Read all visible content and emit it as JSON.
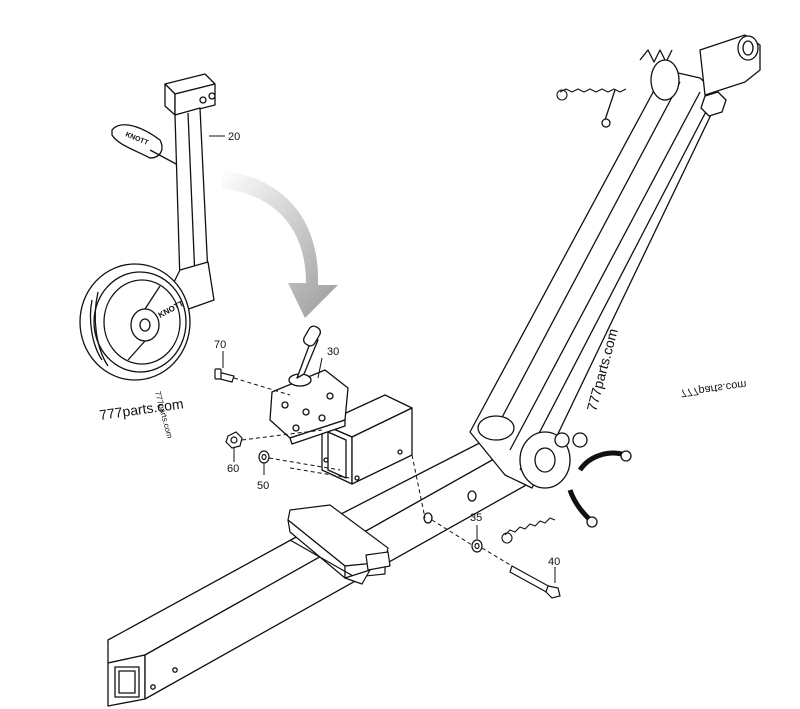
{
  "callouts": [
    {
      "id": "p20",
      "text": "20"
    },
    {
      "id": "p30",
      "text": "30"
    },
    {
      "id": "p70",
      "text": "70"
    },
    {
      "id": "p60",
      "text": "60"
    },
    {
      "id": "p50",
      "text": "50"
    },
    {
      "id": "p35",
      "text": "35"
    },
    {
      "id": "p40",
      "text": "40"
    }
  ],
  "watermarks": {
    "left": "777parts.com",
    "right_vertical": "777parts.com",
    "right_mirrored": "777parts.com",
    "wheel_small": "777parts.com"
  },
  "branding": {
    "handle_logo": "KNOTT",
    "wheel_logo": "KNOTT"
  },
  "colors": {
    "line": "#111111",
    "arrow": "#9a9a9a",
    "background": "#ffffff"
  }
}
